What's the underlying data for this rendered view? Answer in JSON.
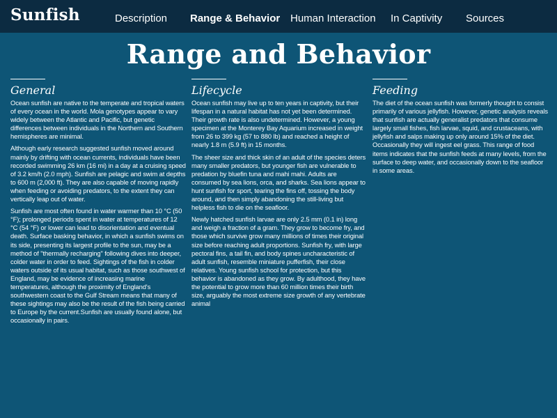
{
  "header": {
    "logo": "Sunfish",
    "nav": [
      {
        "label": "Description",
        "active": false
      },
      {
        "label": "Range & Behavior",
        "active": true
      },
      {
        "label": "Human Interaction",
        "active": false
      },
      {
        "label": "In Captivity",
        "active": false
      },
      {
        "label": "Sources",
        "active": false
      }
    ]
  },
  "page": {
    "title": "Range and Behavior"
  },
  "sections": [
    {
      "heading": "General",
      "paragraphs": [
        "Ocean sunfish are native to the temperate and tropical waters of every ocean in the world. Mola genotypes appear to vary widely between the Atlantic and Pacific, but genetic differences between individuals in the Northern and Southern hemispheres are minimal.",
        "Although early research suggested sunfish moved around mainly by drifting with ocean currents, individuals have been recorded swimming 26 km (16 mi) in a day at a cruising speed of 3.2 km/h (2.0 mph). Sunfish are pelagic and swim at depths to 600 m (2,000 ft). They are also capable of moving rapidly when feeding or avoiding predators, to the extent they can vertically leap out of water.",
        "Sunfish are most often found in water warmer than 10 °C (50 °F); prolonged periods spent in water at temperatures of 12 °C (54 °F) or lower can lead to disorientation and eventual death. Surface basking behavior, in which a sunfish swims on its side, presenting its largest profile to the sun, may be a method of \"thermally recharging\" following dives into deeper, colder water in order to feed. Sightings of the fish in colder waters outside of its usual habitat, such as those southwest of England, may be evidence of increasing marine temperatures, although the proximity of England's southwestern coast to the Gulf Stream means that many of these sightings may also be the result of the fish being carried to Europe by the current.Sunfish are usually found alone, but occasionally in pairs."
      ]
    },
    {
      "heading": "Lifecycle",
      "paragraphs": [
        "Ocean sunfish may live up to ten years in captivity, but their lifespan in a natural habitat has not yet been determined. Their growth rate is also undetermined. However, a young specimen at the Monterey Bay Aquarium increased in weight from 26 to 399 kg (57 to 880 lb) and reached a height of nearly 1.8 m (5.9 ft) in 15 months.",
        "The sheer size and thick skin of an adult of the species deters many smaller predators, but younger fish are vulnerable to predation by bluefin tuna and mahi mahi. Adults are consumed by sea lions, orca, and sharks. Sea lions appear to hunt sunfish for sport, tearing the fins off, tossing the body around, and then simply abandoning the still-living but helpless fish to die on the seafloor.",
        "Newly hatched sunfish larvae are only 2.5 mm (0.1 in) long and weigh a fraction of a gram. They grow to become fry, and those which survive grow many millions of times their original size before reaching adult proportions. Sunfish fry, with large pectoral fins, a tail fin, and body spines uncharacteristic of adult sunfish, resemble miniature pufferfish, their close relatives. Young sunfish school for protection, but this behavior is abandoned as they grow. By adulthood, they have the potential to grow more than 60 million times their birth size, arguably the most extreme size growth of any vertebrate animal"
      ]
    },
    {
      "heading": "Feeding",
      "paragraphs": [
        "The diet of the ocean sunfish was formerly thought to consist primarily of various jellyfish. However, genetic analysis reveals that sunfish are actually generalist predators that consume largely small fishes, fish larvae, squid, and crustaceans, with jellyfish and salps making up only around 15% of the diet. Occasionally they will ingest eel grass. This range of food items indicates that the sunfish feeds at many levels, from the surface to deep water, and occasionally down to the seafloor in some areas."
      ]
    }
  ],
  "colors": {
    "background": "#0e5576",
    "topbar": "#0c2b41",
    "text": "#ffffff"
  }
}
